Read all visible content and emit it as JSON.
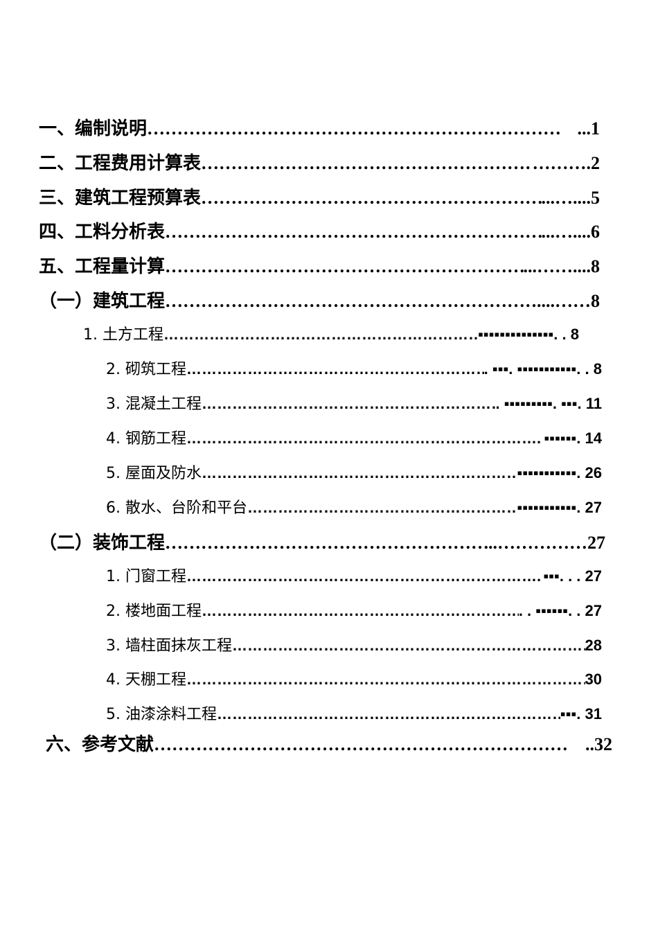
{
  "toc": [
    {
      "label": "一、编制说明",
      "leader": "……………………………………………………………",
      "tail": "...1"
    },
    {
      "label": "二、工程费用计算表",
      "leader": "……………………………………………………",
      "tail": "……….2"
    },
    {
      "label": "三、建筑工程预算表",
      "leader": "……………………………………………………",
      "tail": "...…....5"
    },
    {
      "label": "四、工料分析表",
      "leader": "……………………………………………………………",
      "tail": "...…....6"
    },
    {
      "label": "五、工程量计算",
      "leader": "…………………………………………………………",
      "tail": "...……....8"
    },
    {
      "label": "（一）建筑工程",
      "leader": "…………………………………………………………",
      "tail": "....……8"
    },
    {
      "label": "1. 土方工程",
      "leader": "………………………………………………………….",
      "tail": " ▪▪▪▪▪▪▪▪▪▪▪▪▪▪. . 8"
    },
    {
      "label": "2. 砌筑工程",
      "leader": "……………………………………………………….",
      "tail": " . ▪▪▪. ▪▪▪▪▪▪▪▪▪▪▪. . 8"
    },
    {
      "label": "3. 混凝土工程",
      "leader": "…………………………………………………….",
      "tail": " . ▪▪▪▪▪▪▪▪▪. ▪▪▪. 11"
    },
    {
      "label": "4. 钢筋工程",
      "leader": "…………………………………………………………….",
      "tail": " ▪▪▪▪▪▪. 14"
    },
    {
      "label": "5. 屋面及防水",
      "leader": "………………………………………………………….",
      "tail": " ▪▪▪▪▪▪▪▪▪▪▪. 26"
    },
    {
      "label": "6. 散水、台阶和平台",
      "leader": "……………………………………………………….",
      "tail": " ▪▪▪▪▪▪▪▪▪▪▪. 27"
    },
    {
      "label": "（二）装饰工程",
      "leader": "………………………………………………",
      "tail": "..……………27"
    },
    {
      "label": "1. 门窗工程",
      "leader": "…………………………………………………………….",
      "tail": " ▪▪▪. . . 27"
    },
    {
      "label": "2. 楼地面工程",
      "leader": "…………………………………………………………",
      "tail": ". . ▪▪▪▪▪▪. . 27"
    },
    {
      "label": "3. 墙柱面抹灰工程",
      "leader": "…………………………………………………………………",
      "tail": "28"
    },
    {
      "label": "4. 天棚工程",
      "leader": "…………………………………………………………………………",
      "tail": "30"
    },
    {
      "label": "5. 油漆涂料工程",
      "leader": "…………………………………………………………….",
      "tail": " ▪▪▪. 31"
    },
    {
      "label": "六、参考文献",
      "leader": "……………………………………………………………",
      "tail": "..32"
    }
  ]
}
